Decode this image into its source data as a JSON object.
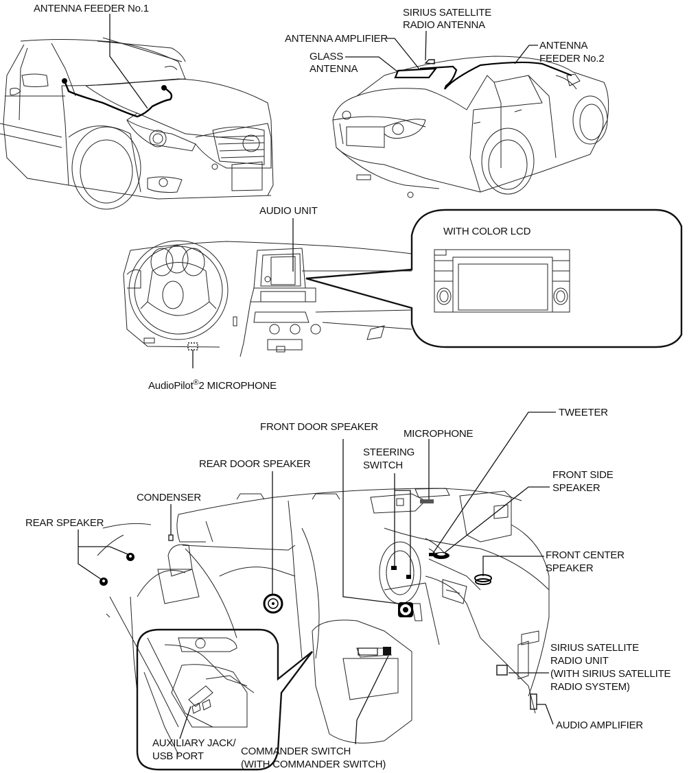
{
  "diagram": {
    "title": "Audio system component location",
    "sections": {
      "front_exterior": {
        "labels": {
          "antenna_feeder_1": "ANTENNA FEEDER No.1"
        }
      },
      "rear_exterior": {
        "labels": {
          "sirius_antenna_line1": "SIRIUS SATELLITE",
          "sirius_antenna_line2": "RADIO ANTENNA",
          "antenna_amplifier": "ANTENNA AMPLIFIER",
          "glass_antenna_line1": "GLASS",
          "glass_antenna_line2": "ANTENNA",
          "antenna_feeder_2_line1": "ANTENNA",
          "antenna_feeder_2_line2": "FEEDER No.2"
        }
      },
      "dashboard": {
        "labels": {
          "audio_unit": "AUDIO UNIT",
          "with_color_lcd": "WITH COLOR LCD",
          "audiopilot_prefix": "AudioPilot",
          "audiopilot_reg": "®",
          "audiopilot_suffix": "2 MICROPHONE"
        }
      },
      "interior": {
        "labels": {
          "front_door_speaker": "FRONT DOOR SPEAKER",
          "microphone": "MICROPHONE",
          "tweeter": "TWEETER",
          "rear_door_speaker": "REAR DOOR SPEAKER",
          "steering_switch_line1": "STEERING",
          "steering_switch_line2": "SWITCH",
          "front_side_speaker_line1": "FRONT SIDE",
          "front_side_speaker_line2": "SPEAKER",
          "condenser": "CONDENSER",
          "rear_speaker": "REAR SPEAKER",
          "front_center_speaker_line1": "FRONT CENTER",
          "front_center_speaker_line2": "SPEAKER",
          "sirius_unit_line1": "SIRIUS SATELLITE",
          "sirius_unit_line2": "RADIO UNIT",
          "sirius_unit_line3": "(WITH SIRIUS SATELLITE",
          "sirius_unit_line4": "RADIO SYSTEM)",
          "audio_amplifier": "AUDIO AMPLIFIER",
          "aux_jack_line1": "AUXILIARY JACK/",
          "aux_jack_line2": "USB PORT",
          "commander_switch_line1": "COMMANDER SWITCH",
          "commander_switch_line2": "(WITH COMMANDER SWITCH)"
        }
      }
    }
  }
}
